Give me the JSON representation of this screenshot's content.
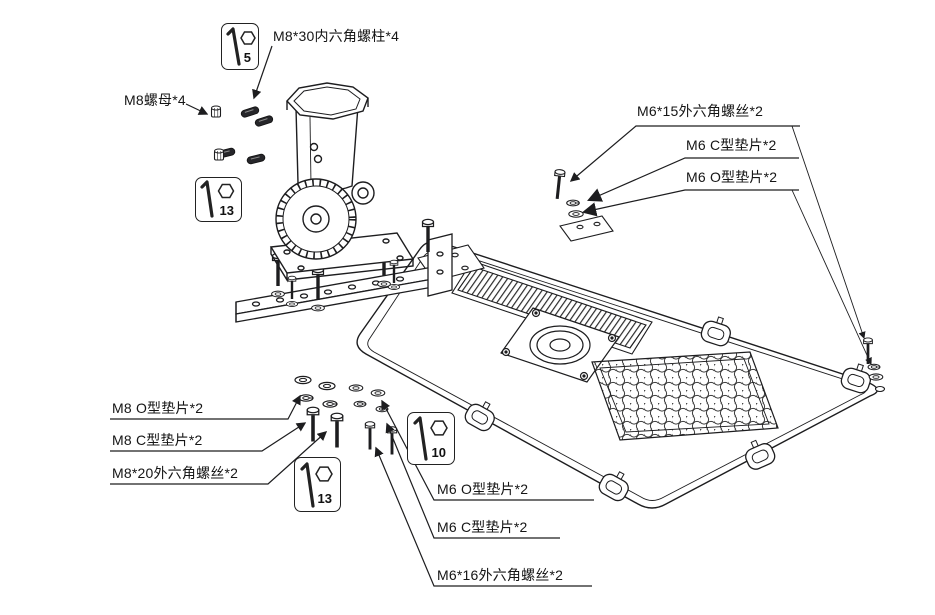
{
  "diagram": {
    "type": "exploded-assembly-instructions",
    "callouts": {
      "stud": "M8*30内六角螺柱*4",
      "nut": "M8螺母*4",
      "m6_15_screw": "M6*15外六角螺丝*2",
      "m6_c_washer_right": "M6 C型垫片*2",
      "m6_o_washer_right": "M6 O型垫片*2",
      "m8_o_washer": "M8 O型垫片*2",
      "m8_c_washer": "M8 C型垫片*2",
      "m8_20_screw": "M8*20外六角螺丝*2",
      "m6_o_washer_bottom": "M6 O型垫片*2",
      "m6_c_washer_bottom": "M6 C型垫片*2",
      "m6_16_screw": "M6*16外六角螺丝*2"
    },
    "tool_sizes": {
      "hex_5": "5",
      "hex_13_upper": "13",
      "hex_10": "10",
      "hex_13_lower": "13"
    },
    "colors": {
      "line": "#1d1d1f",
      "background": "#ffffff"
    }
  }
}
